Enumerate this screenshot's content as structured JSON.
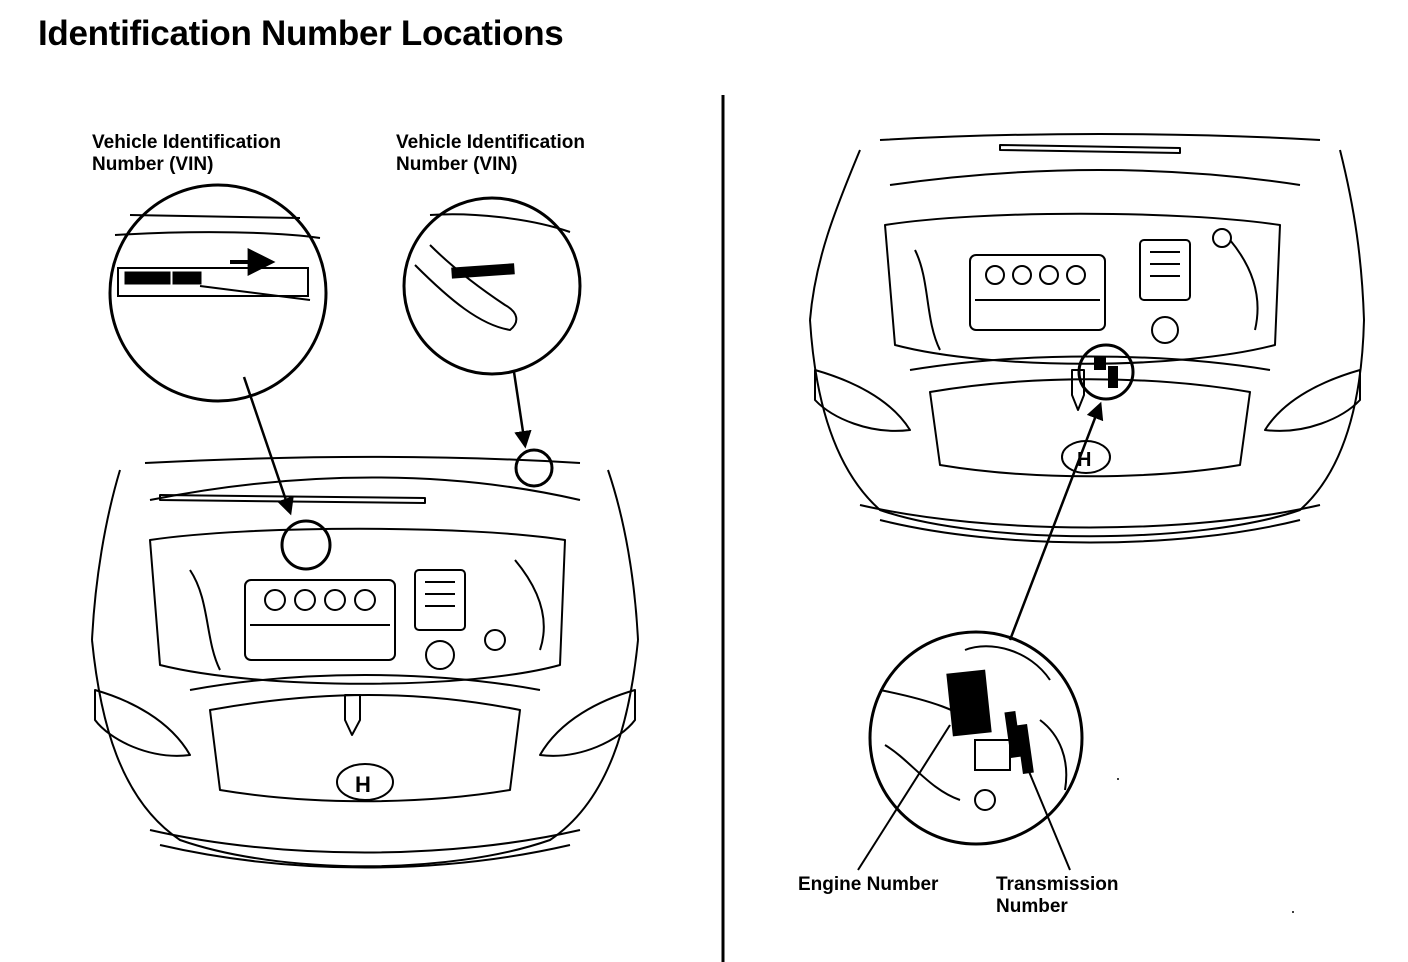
{
  "page_title": "Identification Number Locations",
  "callouts": {
    "vin_left": {
      "line1": "Vehicle Identification",
      "line2": "Number (VIN)"
    },
    "vin_right": {
      "line1": "Vehicle Identification",
      "line2": "Number (VIN)"
    },
    "engine": {
      "line1": "Engine Number"
    },
    "transmission": {
      "line1": "Transmission",
      "line2": "Number"
    }
  },
  "colors": {
    "ink": "#000000",
    "paper": "#ffffff"
  }
}
